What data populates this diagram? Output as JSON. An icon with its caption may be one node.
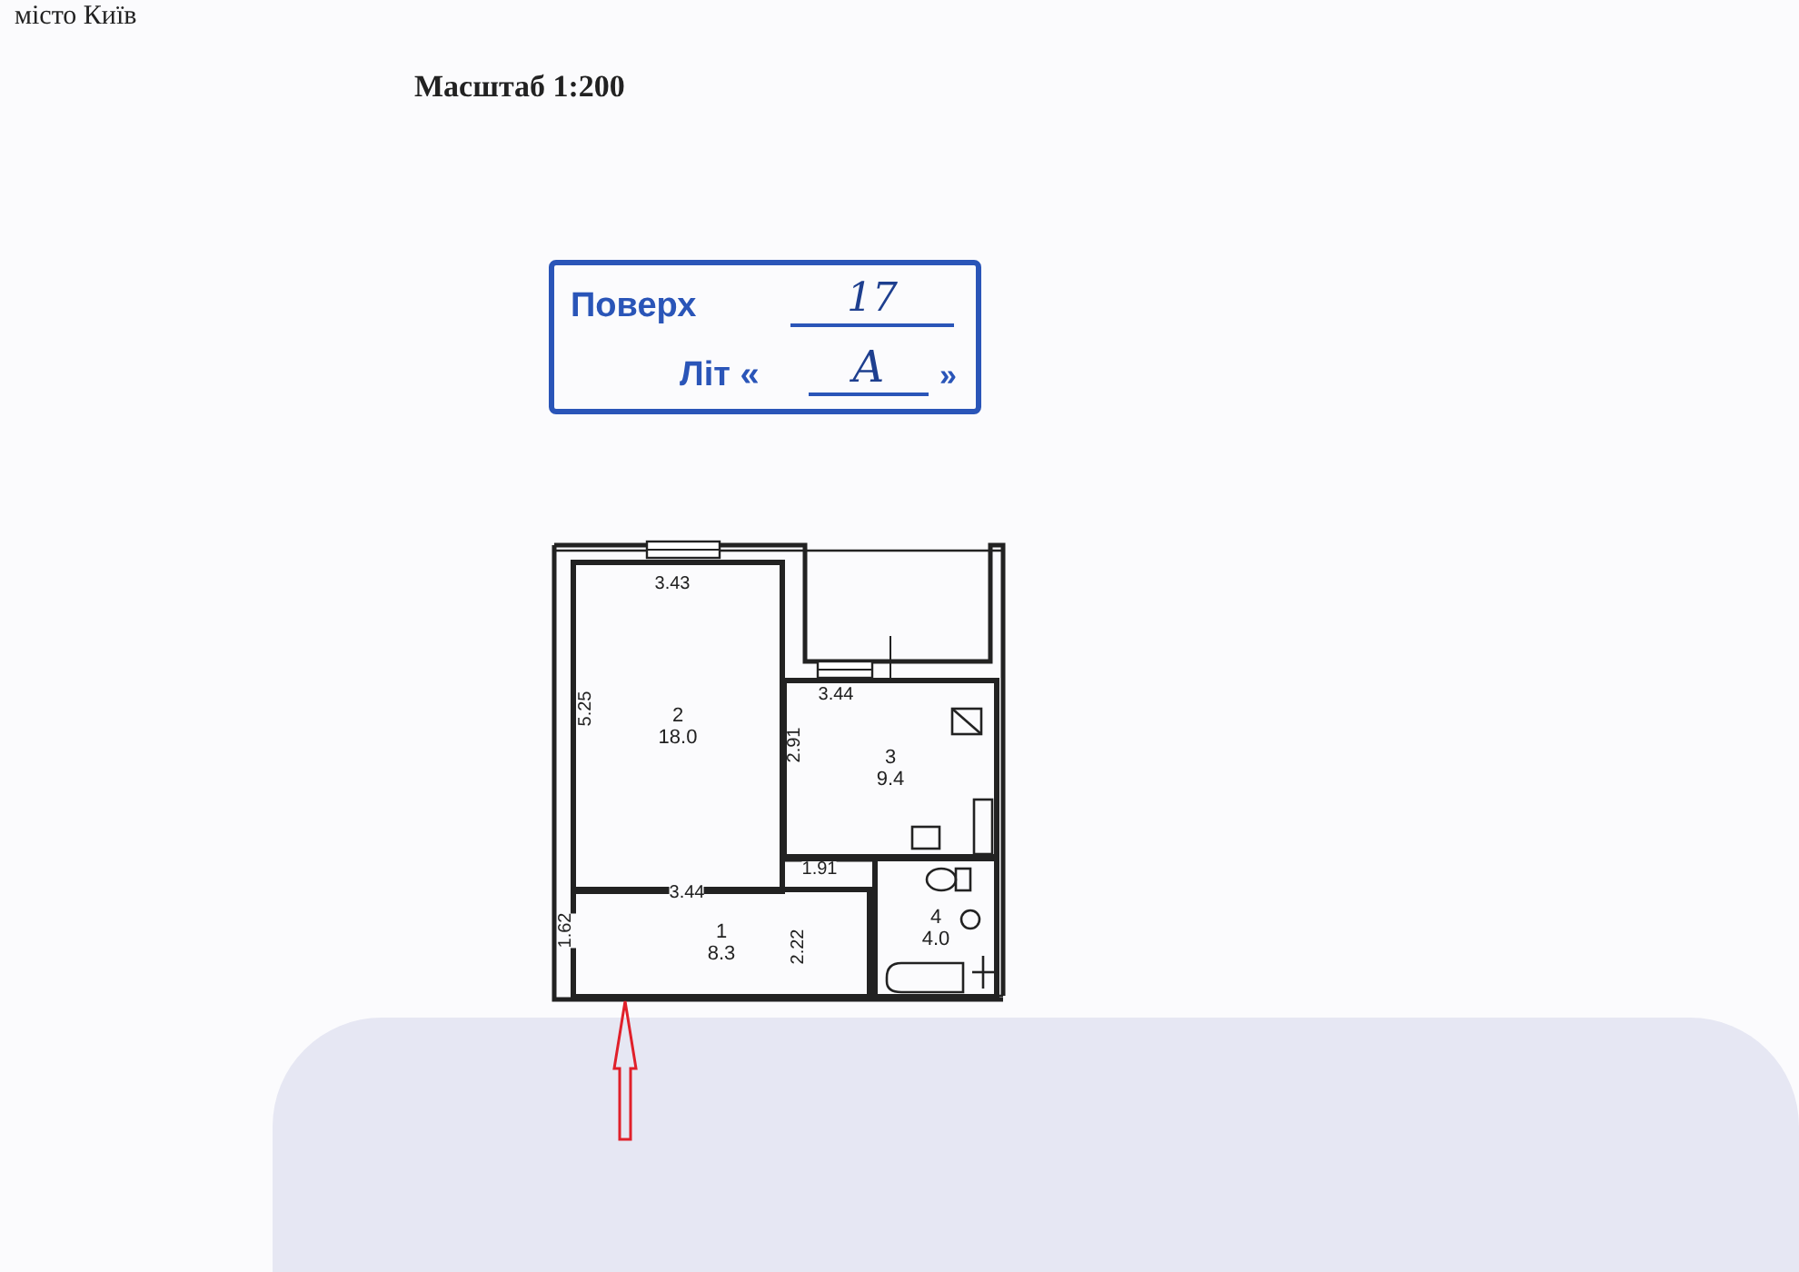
{
  "diagram": {
    "title": "Масштаб 1:200",
    "nodes": [
      {
        "text": [
          "Поверх",
          "17",
          "Літ «",
          "А",
          "»"
        ]
      },
      {
        "text": [
          "2",
          "18.0"
        ]
      },
      {
        "text": [
          "3",
          "9.4"
        ]
      },
      {
        "text": [
          "1",
          "8.3"
        ]
      },
      {
        "text": [
          "4",
          "4.0"
        ]
      }
    ],
    "edges": [
      {
        "from": null,
        "to": 3,
        "arrow": "to",
        "color": "#e0202a"
      }
    ],
    "labels": [
      "місто Київ",
      "3.43",
      "5.25",
      "3.44",
      "2.91",
      "1.91",
      "3.44",
      "1.62",
      "2.22"
    ]
  }
}
